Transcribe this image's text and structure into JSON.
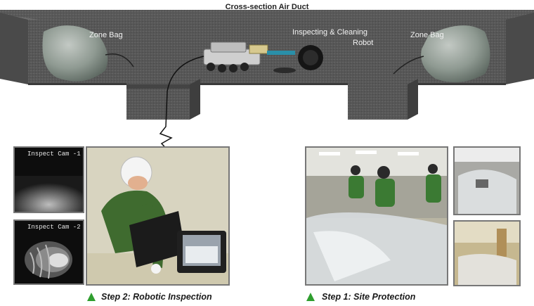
{
  "diagram": {
    "title": "Cross-section Air Duct",
    "labels": {
      "zone_bag_left": "Zone Bag",
      "zone_bag_right": "Zone Bag",
      "robot_line1": "Inspecting & Cleaning",
      "robot_line2": "Robot"
    },
    "cameras": {
      "cam1": "Inspect Cam -1",
      "cam2": "Inspect Cam -2"
    },
    "steps": {
      "step2": "Step 2: Robotic Inspection",
      "step1": "Step 1: Site Protection"
    },
    "colors": {
      "duct": "#5a5a5a",
      "duct_dark": "#3e3e3e",
      "step_marker": "#2f9e2f"
    }
  }
}
